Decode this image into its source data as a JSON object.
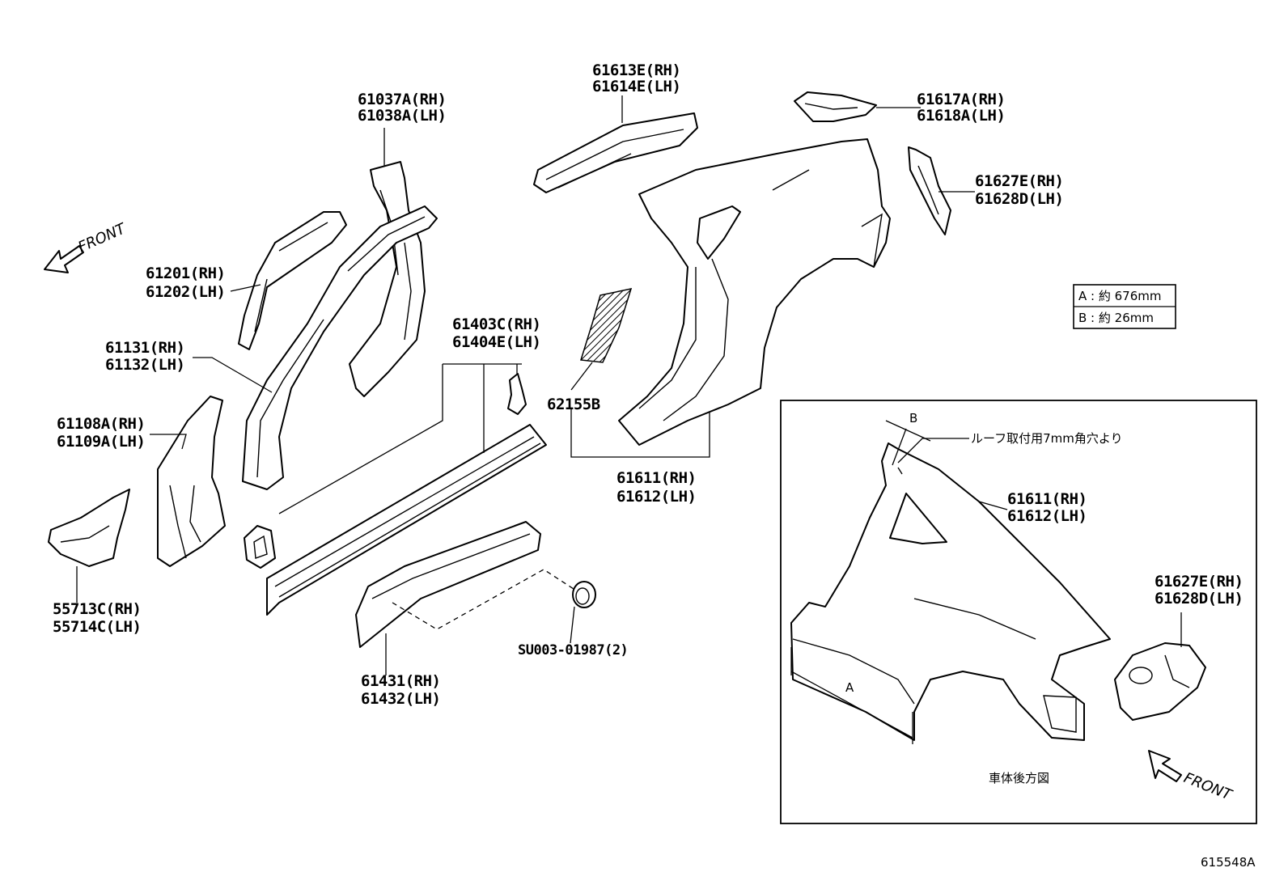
{
  "labels": {
    "p61613": [
      "61613E(RH)",
      "61614E(LH)"
    ],
    "p61617": [
      "61617A(RH)",
      "61618A(LH)"
    ],
    "p61037": [
      "61037A(RH)",
      "61038A(LH)"
    ],
    "p61627": [
      "61627E(RH)",
      "61628D(LH)"
    ],
    "p61201": [
      "61201(RH)",
      "61202(LH)"
    ],
    "p61131": [
      "61131(RH)",
      "61132(LH)"
    ],
    "p61403": [
      "61403C(RH)",
      "61404E(LH)"
    ],
    "p62155": "62155B",
    "p61108": [
      "61108A(RH)",
      "61109A(LH)"
    ],
    "p61611": [
      "61611(RH)",
      "61612(LH)"
    ],
    "p55713": [
      "55713C(RH)",
      "55714C(LH)"
    ],
    "pSU003": "SU003-01987(2)",
    "p61431": [
      "61431(RH)",
      "61432(LH)"
    ]
  },
  "front_arrow_text": "FRONT",
  "dimension_table": {
    "rows": [
      "A : 約 676mm",
      "B : 約 26mm"
    ]
  },
  "inset": {
    "dim_a": "A",
    "dim_b": "B",
    "note": "ルーフ取付用7mm角穴より",
    "label_61611": [
      "61611(RH)",
      "61612(LH)"
    ],
    "label_61627": [
      "61627E(RH)",
      "61628D(LH)"
    ],
    "caption": "車体後方図",
    "front_text": "FRONT"
  },
  "diagram_code": "615548A"
}
